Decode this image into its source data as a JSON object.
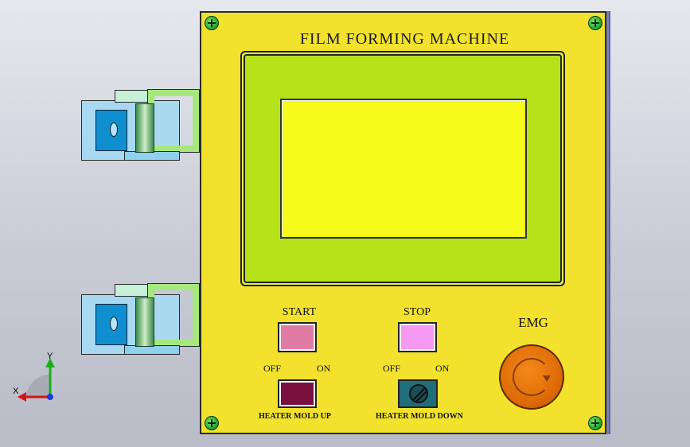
{
  "panel": {
    "title": "FILM FORMING MACHINE"
  },
  "controls": {
    "start_label": "START",
    "stop_label": "STOP",
    "emg_label": "EMG",
    "heater_up": {
      "off": "OFF",
      "on": "ON",
      "caption": "HEATER MOLD UP"
    },
    "heater_down": {
      "off": "OFF",
      "on": "ON",
      "caption": "HEATER MOLD DOWN"
    }
  },
  "colors": {
    "panel": "#f2e22e",
    "hmi_bezel": "#b6e21a",
    "hmi_screen": "#f7fb1c",
    "start_button": "#e07ba6",
    "stop_button": "#f59af0",
    "heater_up_switch": "#7a1040",
    "heater_down_switch": "#1f6f7a",
    "emg_button": "#e8740a"
  },
  "axis": {
    "x": "X",
    "y": "Y"
  }
}
